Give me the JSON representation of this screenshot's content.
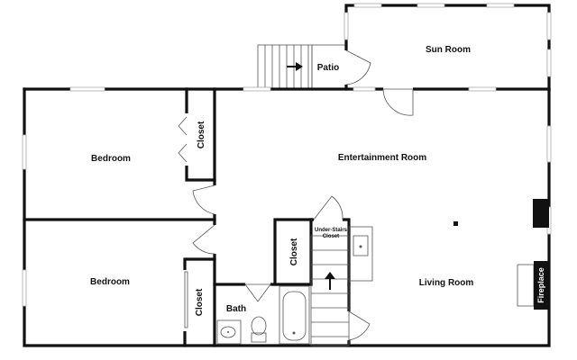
{
  "rooms": {
    "sun_room": "Sun Room",
    "patio": "Patio",
    "bedroom_top": "Bedroom",
    "closet_top": "Closet",
    "entertainment_room": "Entertainment Room",
    "under_stairs_line1": "Under-Stairs",
    "under_stairs_line2": "Closet",
    "closet_middle": "Closet",
    "bedroom_bottom": "Bedroom",
    "closet_bottom": "Closet",
    "bath": "Bath",
    "living_room": "Living Room",
    "fireplace": "Fireplace"
  }
}
